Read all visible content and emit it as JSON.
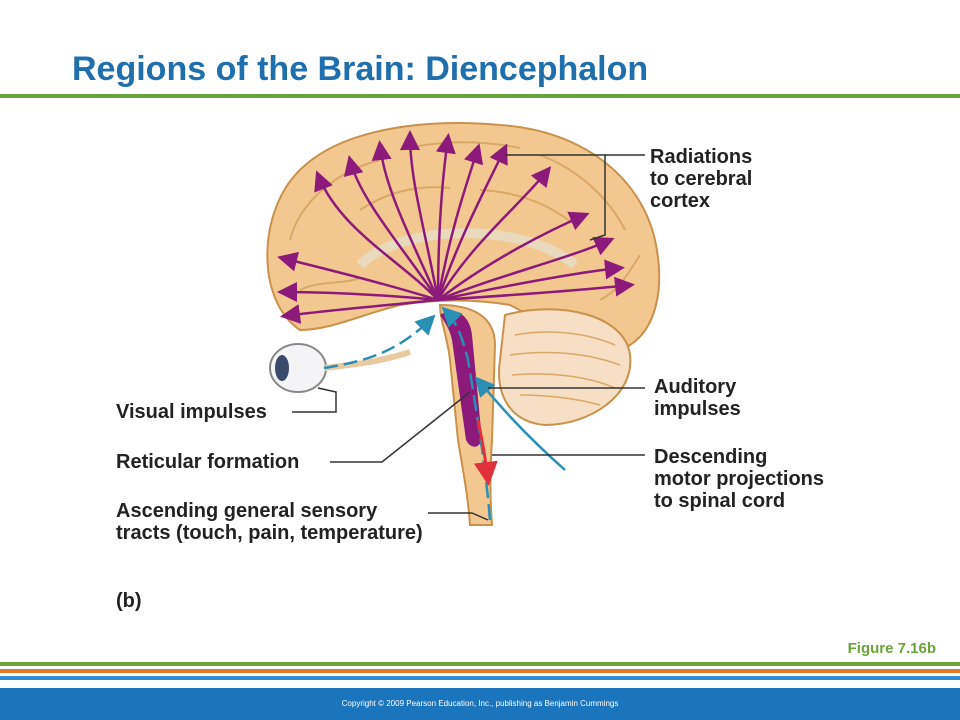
{
  "title": "Regions of the Brain: Diencephalon",
  "labels": {
    "radiations": [
      "Radiations",
      "to cerebral",
      "cortex"
    ],
    "auditory": [
      "Auditory",
      "impulses"
    ],
    "descending": [
      "Descending",
      "motor projections",
      "to spinal cord"
    ],
    "visual": "Visual impulses",
    "reticular": "Reticular formation",
    "ascending": [
      "Ascending general sensory",
      "tracts (touch, pain, temperature)"
    ],
    "panel": "(b)"
  },
  "figure_ref": "Figure 7.16b",
  "copyright": "Copyright © 2009 Pearson Education, Inc., publishing as Benjamin Cummings",
  "colors": {
    "title": "#1f6fad",
    "accent_green": "#6aa33a",
    "accent_orange": "#e07a26",
    "accent_blue": "#2e8fd6",
    "footer_bg": "#1a75bc",
    "brain_fill": "#f2c890",
    "radiation_arrows": "#8b1a7a",
    "sensory_pathway": "#2a8fb5",
    "motor_projection": "#e0303a"
  }
}
